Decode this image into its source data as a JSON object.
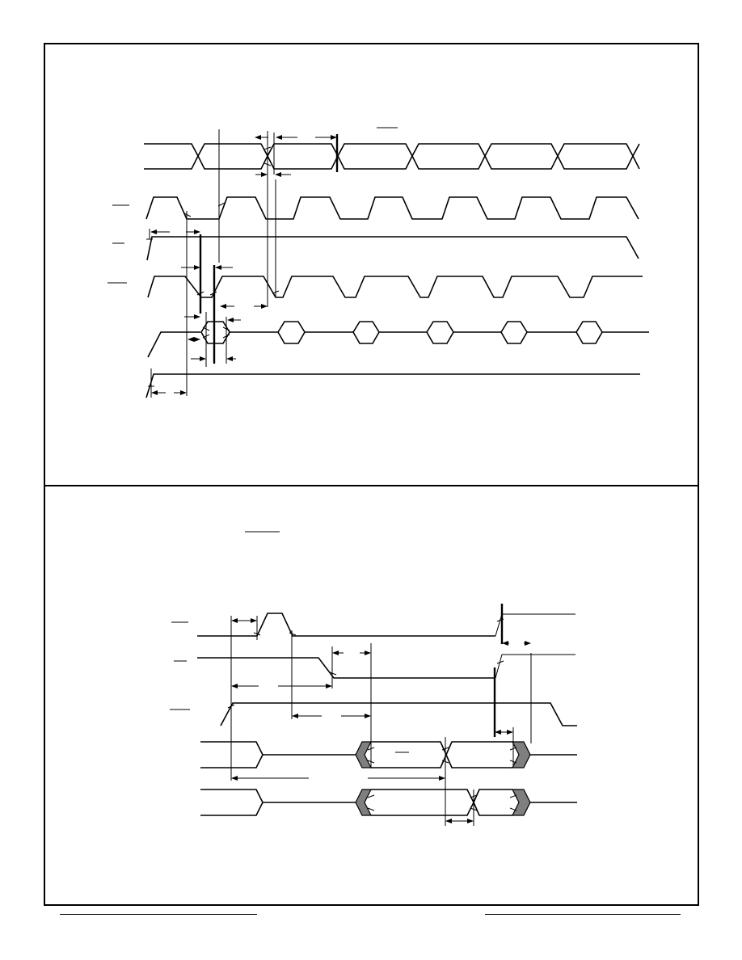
{
  "figures": [
    {
      "name": "read-cycle-timing-diagram",
      "signals": [
        "address-bus",
        "ras-strobe",
        "oe-strobe",
        "cas-strobe",
        "data-bus",
        "we-strobe"
      ],
      "text": []
    },
    {
      "name": "bus-cycle-timing-diagram",
      "signals": [
        "strobe-1",
        "strobe-2",
        "strobe-3",
        "data-bus-a",
        "data-bus-b"
      ],
      "text": []
    }
  ],
  "colors": {
    "line": "#000000",
    "shaded-transition": "#7f7f7f",
    "background": "#ffffff"
  }
}
